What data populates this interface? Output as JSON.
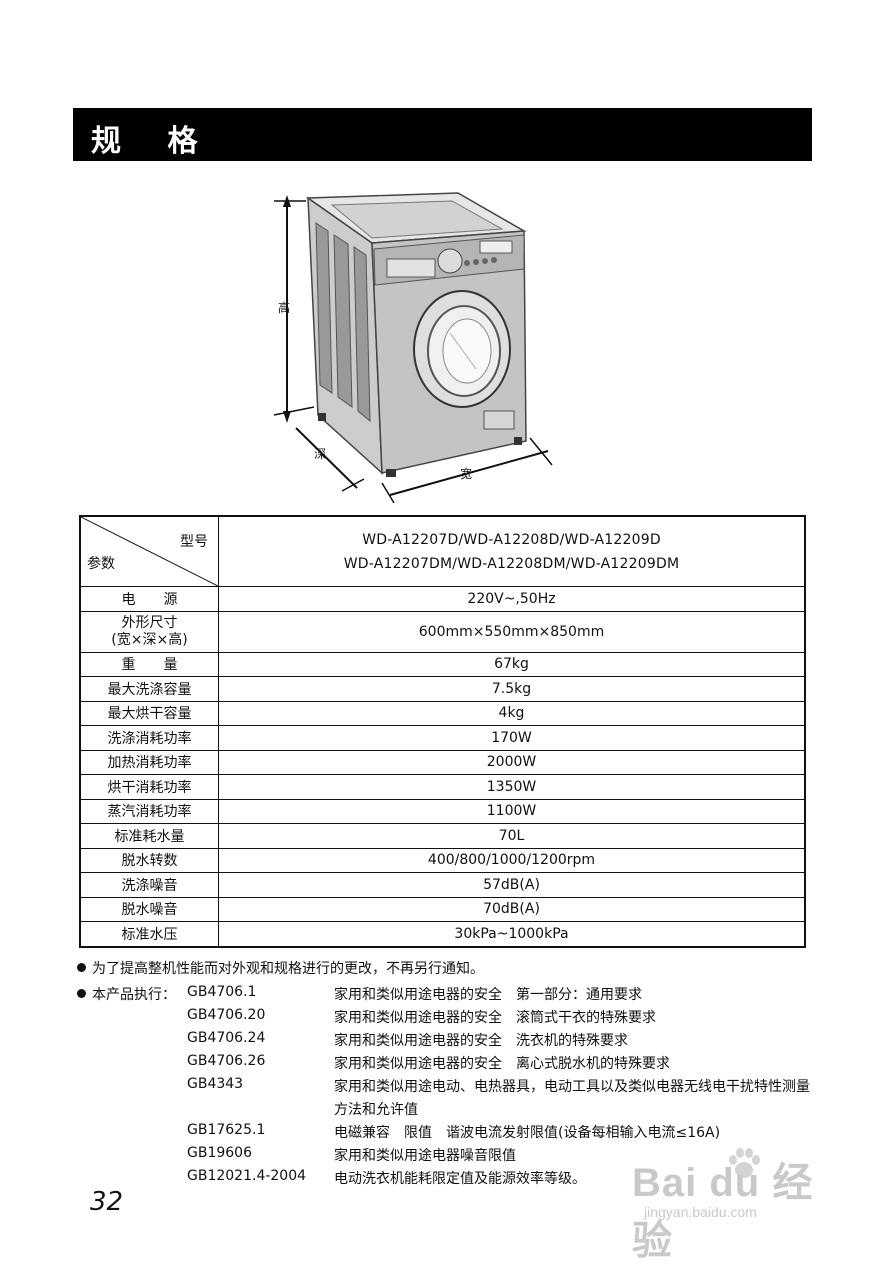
{
  "header": {
    "title": "规 格"
  },
  "figure": {
    "label_height": "高",
    "label_depth": "深",
    "label_width": "宽"
  },
  "table": {
    "header": {
      "model_label": "型号",
      "param_label": "参数",
      "models": [
        "WD-A12207D/WD-A12208D/WD-A12209D",
        "WD-A12207DM/WD-A12208DM/WD-A12209DM"
      ]
    },
    "rows": [
      {
        "param": "电　　源",
        "value": "220V~,50Hz"
      },
      {
        "param": "外形尺寸",
        "param_sub": "(宽×深×高)",
        "value": "600mm×550mm×850mm"
      },
      {
        "param": "重　　量",
        "value": "67kg"
      },
      {
        "param": "最大洗涤容量",
        "value": "7.5kg"
      },
      {
        "param": "最大烘干容量",
        "value": "4kg"
      },
      {
        "param": "洗涤消耗功率",
        "value": "170W"
      },
      {
        "param": "加热消耗功率",
        "value": "2000W"
      },
      {
        "param": "烘干消耗功率",
        "value": "1350W"
      },
      {
        "param": "蒸汽消耗功率",
        "value": "1100W"
      },
      {
        "param": "标准耗水量",
        "value": "70L"
      },
      {
        "param": "脱水转数",
        "value": "400/800/1000/1200rpm"
      },
      {
        "param": "洗涤噪音",
        "value": "57dB(A)"
      },
      {
        "param": "脱水噪音",
        "value": "70dB(A)"
      },
      {
        "param": "标准水压",
        "value": "30kPa~1000kPa"
      }
    ]
  },
  "note": "为了提高整机性能而对外观和规格进行的更改，不再另行通知。",
  "standards": {
    "lead": "本产品执行：",
    "items": [
      {
        "code": "GB4706.1",
        "desc": "家用和类似用途电器的安全　第一部分：通用要求"
      },
      {
        "code": "GB4706.20",
        "desc": "家用和类似用途电器的安全　滚筒式干衣的特殊要求"
      },
      {
        "code": "GB4706.24",
        "desc": "家用和类似用途电器的安全　洗衣机的特殊要求"
      },
      {
        "code": "GB4706.26",
        "desc": "家用和类似用途电器的安全　离心式脱水机的特殊要求"
      },
      {
        "code": "GB4343",
        "desc": "家用和类似用途电动、电热器具，电动工具以及类似电器无线电干扰特性测量方法和允许值"
      },
      {
        "code": "GB17625.1",
        "desc": "电磁兼容　限值　谐波电流发射限值(设备每相输入电流≤16A)"
      },
      {
        "code": "GB19606",
        "desc": "家用和类似用途电器噪音限值"
      },
      {
        "code": "GB12021.4-2004",
        "desc": "电动洗衣机能耗限定值及能源效率等级。"
      }
    ]
  },
  "page_number": "32",
  "watermark": {
    "main": "Bai du 经验",
    "sub": "jingyan.baidu.com"
  }
}
